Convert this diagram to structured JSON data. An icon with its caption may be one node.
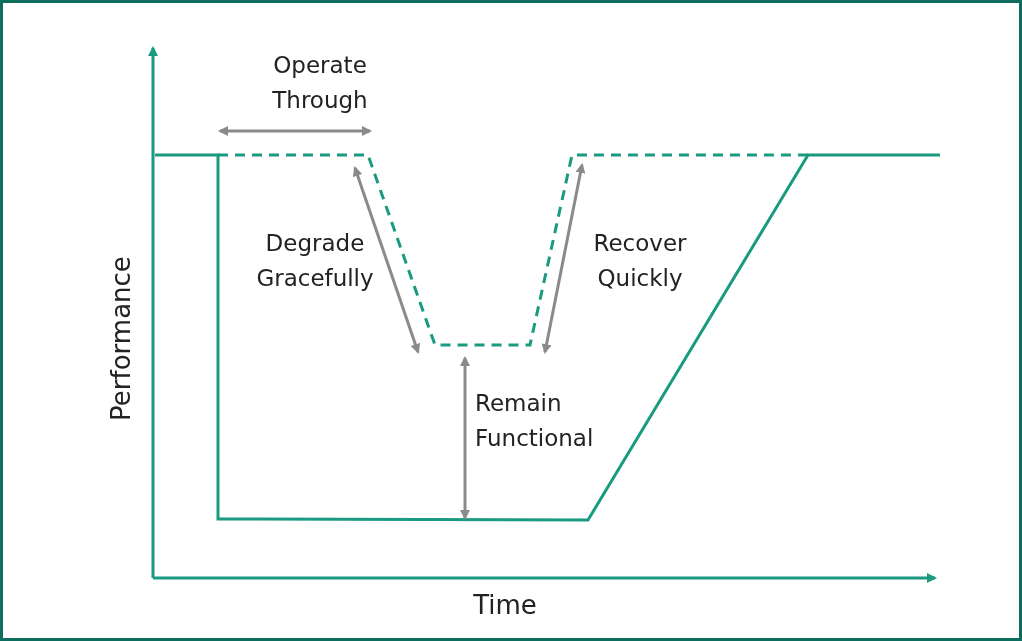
{
  "diagram": {
    "labels": [
      "Operate Through",
      "Degrade Gracefully",
      "Recover Quickly",
      "Performance",
      "Remain Functional",
      "Time"
    ]
  }
}
